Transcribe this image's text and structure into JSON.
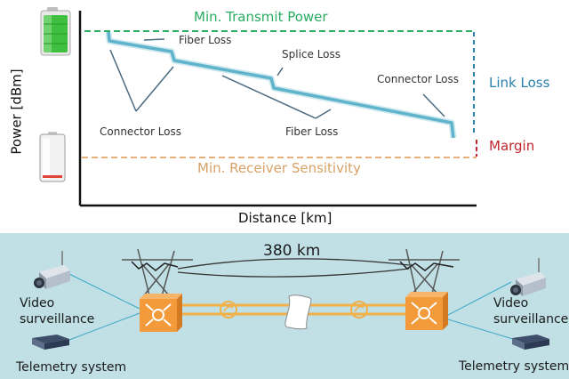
{
  "chart": {
    "ylabel": "Power [dBm]",
    "xlabel": "Distance [km]",
    "thresholds": {
      "transmit": {
        "label": "Min. Transmit Power",
        "color": "#2bac62"
      },
      "receiver": {
        "label": "Min. Receiver Sensitivity",
        "color": "#e5b07a"
      }
    },
    "brackets": {
      "link_loss": {
        "label": "Link Loss",
        "color": "#2a7fa8"
      },
      "margin": {
        "label": "Margin",
        "color": "#c0262c"
      }
    },
    "annotations": {
      "fiber_loss_top": "Fiber Loss",
      "splice_loss": "Splice Loss",
      "connector_loss_right": "Connector Loss",
      "connector_loss_left": "Connector Loss",
      "fiber_loss_bottom": "Fiber Loss"
    },
    "icons": {
      "battery_full": "battery-full-icon",
      "battery_empty": "battery-empty-icon"
    },
    "line_color": "#5fb3cb"
  },
  "network": {
    "distance": "380 km",
    "left": {
      "camera": "Video surveillance",
      "camera_line1": "Video",
      "camera_line2": "surveillance",
      "telemetry": "Telemetry system"
    },
    "right": {
      "camera_line1": "Video",
      "camera_line2": "surveillance",
      "telemetry": "Telemetry system"
    },
    "colors": {
      "background": "#c1e0e6",
      "node": "#f39a3a",
      "fiber": "#f1b048",
      "link": "#3aa7c4"
    }
  }
}
